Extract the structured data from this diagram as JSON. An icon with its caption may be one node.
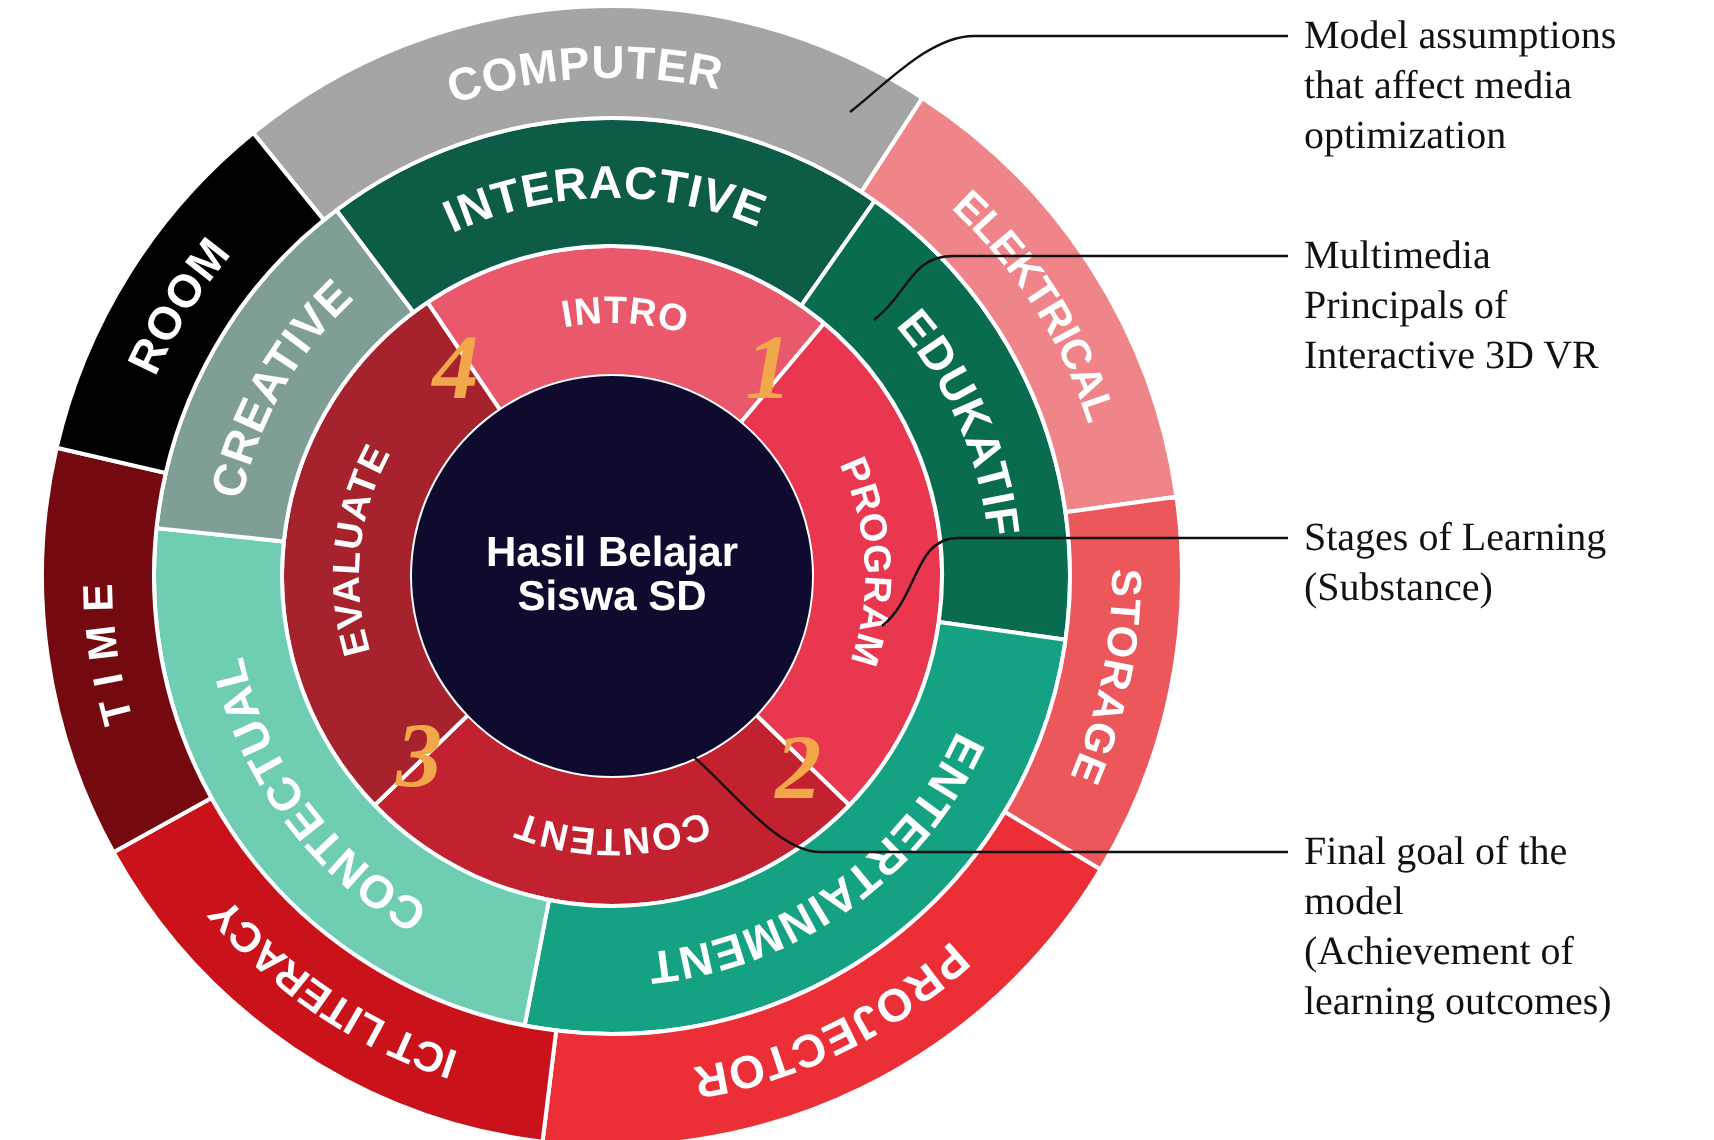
{
  "diagram": {
    "nodes": [
      {
        "text": [
          "Hasil Belajar Siswa SD"
        ]
      },
      {
        "text": [
          "INTRO"
        ]
      },
      {
        "text": [
          "PROGRAM"
        ]
      },
      {
        "text": [
          "CONTENT"
        ]
      },
      {
        "text": [
          "EVALUATE"
        ]
      },
      {
        "text": [
          "INTERACTIVE"
        ]
      },
      {
        "text": [
          "EDUKATIF"
        ]
      },
      {
        "text": [
          "ENTERTAINMENT"
        ]
      },
      {
        "text": [
          "CONTECTUAL"
        ]
      },
      {
        "text": [
          "CREATIVE"
        ]
      },
      {
        "text": [
          "COMPUTER"
        ]
      },
      {
        "text": [
          "ELEKTRICAL"
        ]
      },
      {
        "text": [
          "STORAGE"
        ]
      },
      {
        "text": [
          "PROJECTOR"
        ]
      },
      {
        "text": [
          "ICT LITERACY"
        ]
      },
      {
        "text": [
          "TIME"
        ]
      },
      {
        "text": [
          "ROOM"
        ]
      },
      {
        "text": [
          "Model assumptions that affect media optimization"
        ]
      },
      {
        "text": [
          "Multimedia Principals of Interactive 3D VR"
        ]
      },
      {
        "text": [
          "Stages of Learning (Substance)"
        ]
      },
      {
        "text": [
          "Final goal of the model (Achievement of learning outcomes)"
        ]
      }
    ],
    "edges": [
      {
        "from": 17,
        "to": 10,
        "arrow": "none"
      },
      {
        "from": 18,
        "to": 6,
        "arrow": "none"
      },
      {
        "from": 19,
        "to": 2,
        "arrow": "none"
      },
      {
        "from": 20,
        "to": 0,
        "arrow": "none"
      }
    ],
    "labels": [
      "4",
      "1",
      "3",
      "2"
    ]
  }
}
